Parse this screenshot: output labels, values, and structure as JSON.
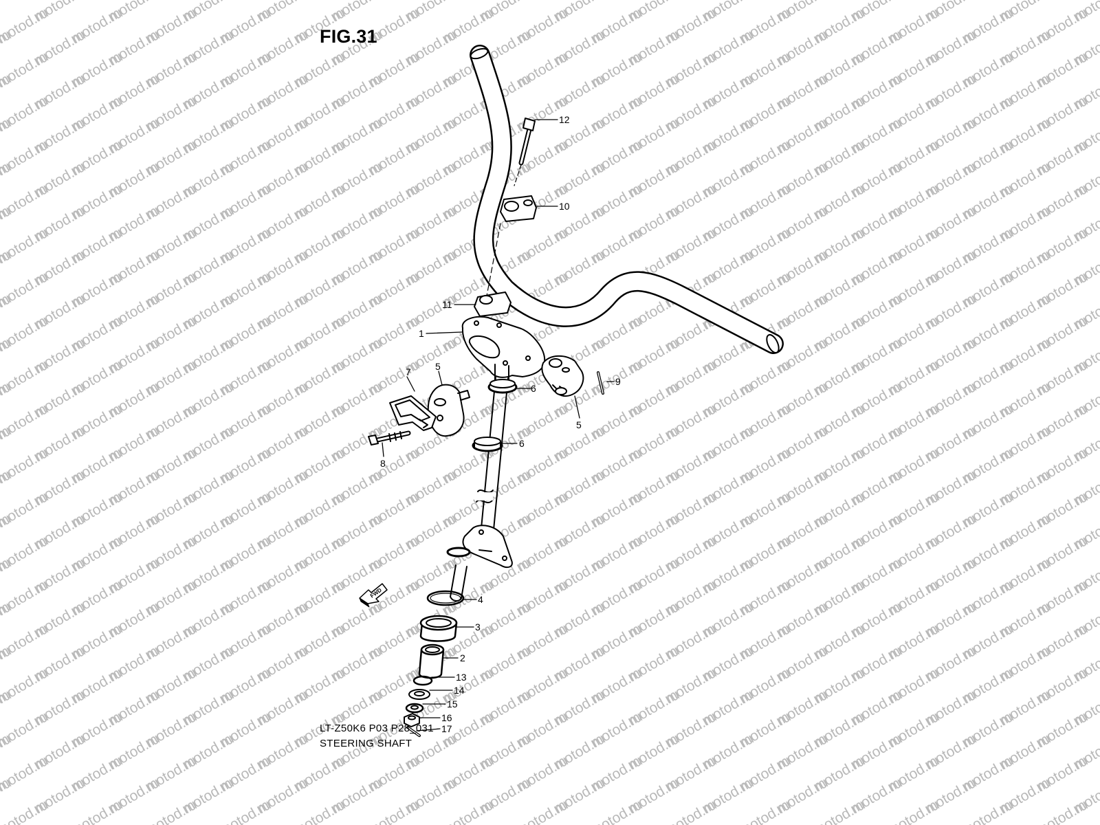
{
  "figure": {
    "title": "FIG.31",
    "model_code": "LT-Z50K6 P03 P28_031",
    "name": "STEERING SHAFT"
  },
  "watermark": "motod.ru",
  "fwd_label": "FWD",
  "callouts": [
    {
      "id": "c12",
      "label": "12"
    },
    {
      "id": "c10",
      "label": "10"
    },
    {
      "id": "c11",
      "label": "11"
    },
    {
      "id": "c1",
      "label": "1"
    },
    {
      "id": "c7",
      "label": "7"
    },
    {
      "id": "c5a",
      "label": "5"
    },
    {
      "id": "c6a",
      "label": "6"
    },
    {
      "id": "c9",
      "label": "9"
    },
    {
      "id": "c5b",
      "label": "5"
    },
    {
      "id": "c6b",
      "label": "6"
    },
    {
      "id": "c8",
      "label": "8"
    },
    {
      "id": "c4",
      "label": "4"
    },
    {
      "id": "c3",
      "label": "3"
    },
    {
      "id": "c2",
      "label": "2"
    },
    {
      "id": "c13",
      "label": "13"
    },
    {
      "id": "c14",
      "label": "14"
    },
    {
      "id": "c15",
      "label": "15"
    },
    {
      "id": "c16",
      "label": "16"
    },
    {
      "id": "c17",
      "label": "17"
    }
  ],
  "colors": {
    "line": "#000000",
    "watermark": "#b9b9b9",
    "background": "#ffffff"
  }
}
